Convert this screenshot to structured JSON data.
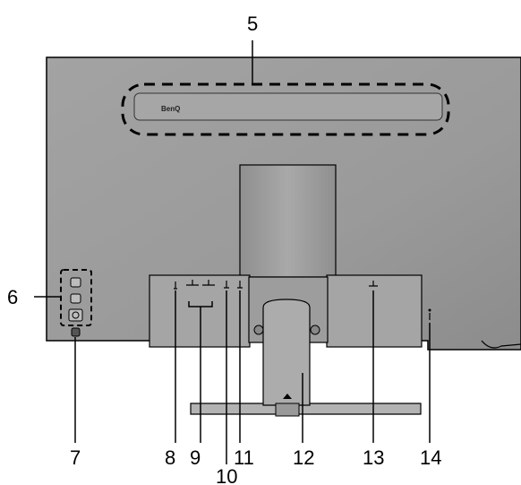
{
  "brand": {
    "logo_text": "BenQ"
  },
  "callouts": {
    "c5": "5",
    "c6": "6",
    "c7": "7",
    "c8": "8",
    "c9": "9",
    "c10": "10",
    "c11": "11",
    "c12": "12",
    "c13": "13",
    "c14": "14"
  },
  "colors": {
    "housing": "#9c9c9c",
    "housing_shade": "#8a8a8a",
    "panel": "#a7a7a7",
    "outline": "#000000",
    "stand": "#b0b0b0"
  }
}
